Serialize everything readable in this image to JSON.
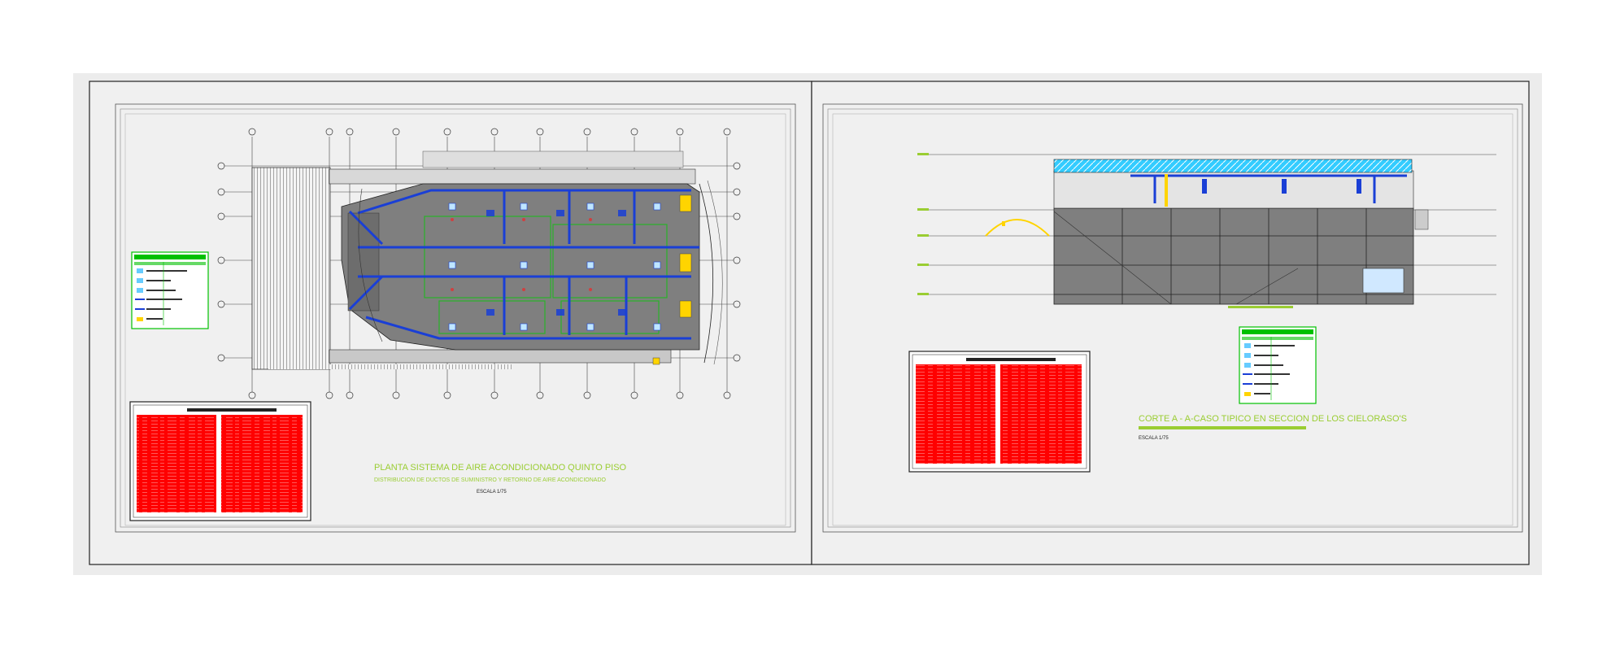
{
  "sheet_left": {
    "title": "PLANTA SISTEMA DE AIRE ACONDICIONADO QUINTO PISO",
    "subtitle": "DISTRIBUCION DE DUCTOS DE SUMINISTRO Y RETORNO DE AIRE ACONDICIONADO",
    "scale": "ESCALA 1/75"
  },
  "sheet_right": {
    "title": "CORTE A - A-CASO TIPICO EN SECCION DE LOS CIELORASO'S",
    "scale": "ESCALA 1/75"
  },
  "colors": {
    "background": "#ececec",
    "sheet_border": "#222222",
    "title_green": "#9acd32",
    "duct_blue": "#1a3fd6",
    "return_green": "#2fae2f",
    "notes_red": "#ff0000",
    "legend_green": "#00c000",
    "yellow": "#ffd400",
    "cyan": "#33ccff",
    "floor_gray": "#7f7f7f"
  }
}
